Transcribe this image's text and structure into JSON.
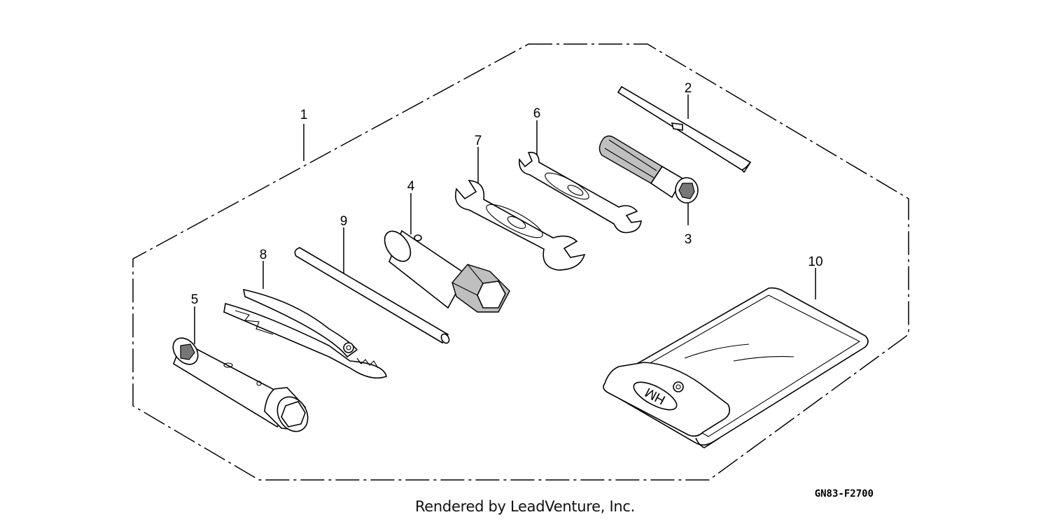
{
  "diagram": {
    "part_code": "GN83-F2700",
    "footer": "Rendered by LeadVenture, Inc.",
    "callouts": {
      "c1": "1",
      "c2": "2",
      "c3": "3",
      "c4": "4",
      "c5": "5",
      "c6": "6",
      "c7": "7",
      "c8": "8",
      "c9": "9",
      "c10": "10"
    },
    "bag_logo_text": "HM"
  }
}
